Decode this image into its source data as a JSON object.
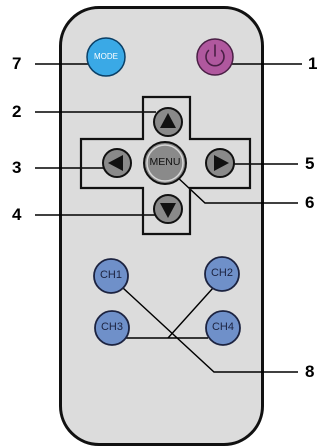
{
  "buttons": {
    "mode": {
      "label": "MODE",
      "color": "#3aa9e6"
    },
    "power": {
      "color": "#b0589e",
      "icon": "power-icon"
    },
    "menu": {
      "label": "MENU",
      "color": "#8a8a8a"
    },
    "dpad": {
      "up_icon": "triangle-up-icon",
      "down_icon": "triangle-down-icon",
      "left_icon": "triangle-left-icon",
      "right_icon": "triangle-right-icon",
      "color": "#8a8a8a"
    },
    "channels": [
      {
        "label": "CH1",
        "color": "#6f90c9"
      },
      {
        "label": "CH2",
        "color": "#6f90c9"
      },
      {
        "label": "CH3",
        "color": "#6f90c9"
      },
      {
        "label": "CH4",
        "color": "#6f90c9"
      }
    ]
  },
  "callouts": [
    "7",
    "1",
    "2",
    "3",
    "5",
    "4",
    "6",
    "8"
  ]
}
